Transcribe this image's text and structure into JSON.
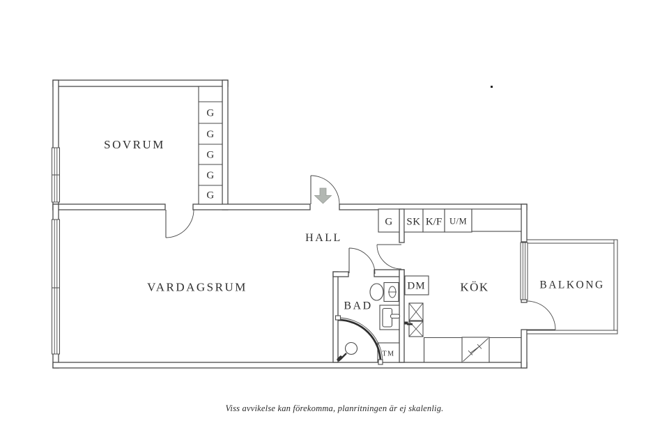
{
  "labels": {
    "sovrum": "SOVRUM",
    "vardagsrum": "VARDAGSRUM",
    "hall": "HALL",
    "bad": "BAD",
    "kok": "KÖK",
    "balkong": "BALKONG"
  },
  "closets": {
    "bedroom": [
      "G",
      "G",
      "G",
      "G",
      "G"
    ],
    "hall_cabinet": "G",
    "kitchen_cabinets": [
      "SK",
      "K/F",
      "U/M"
    ]
  },
  "appliances": {
    "dishwasher": "DM",
    "washing_machine": "TM"
  },
  "disclaimer": "Viss avvikelse kan förekomma, planritningen är ej skalenlig.",
  "colors": {
    "wall_line": "#4a4a4a",
    "label_text": "#2e2e2e",
    "entrance_arrow": "#b2b7b2"
  }
}
